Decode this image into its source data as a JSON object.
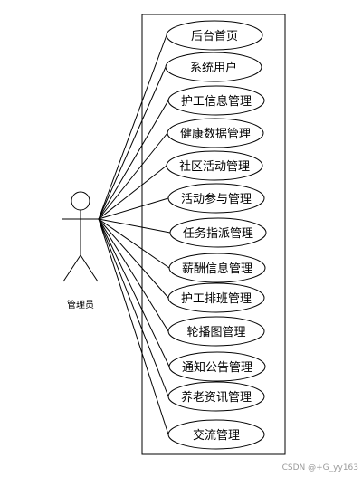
{
  "actor": {
    "label": "管理员"
  },
  "use_cases": [
    {
      "label": "后台首页"
    },
    {
      "label": "系统用户"
    },
    {
      "label": "护工信息管理"
    },
    {
      "label": "健康数据管理"
    },
    {
      "label": "社区活动管理"
    },
    {
      "label": "活动参与管理"
    },
    {
      "label": "任务指派管理"
    },
    {
      "label": "薪酬信息管理"
    },
    {
      "label": "护工排班管理"
    },
    {
      "label": "轮播图管理"
    },
    {
      "label": "通知公告管理"
    },
    {
      "label": "养老资讯管理"
    },
    {
      "label": "交流管理"
    }
  ],
  "watermark": "CSDN @+G_yy163"
}
